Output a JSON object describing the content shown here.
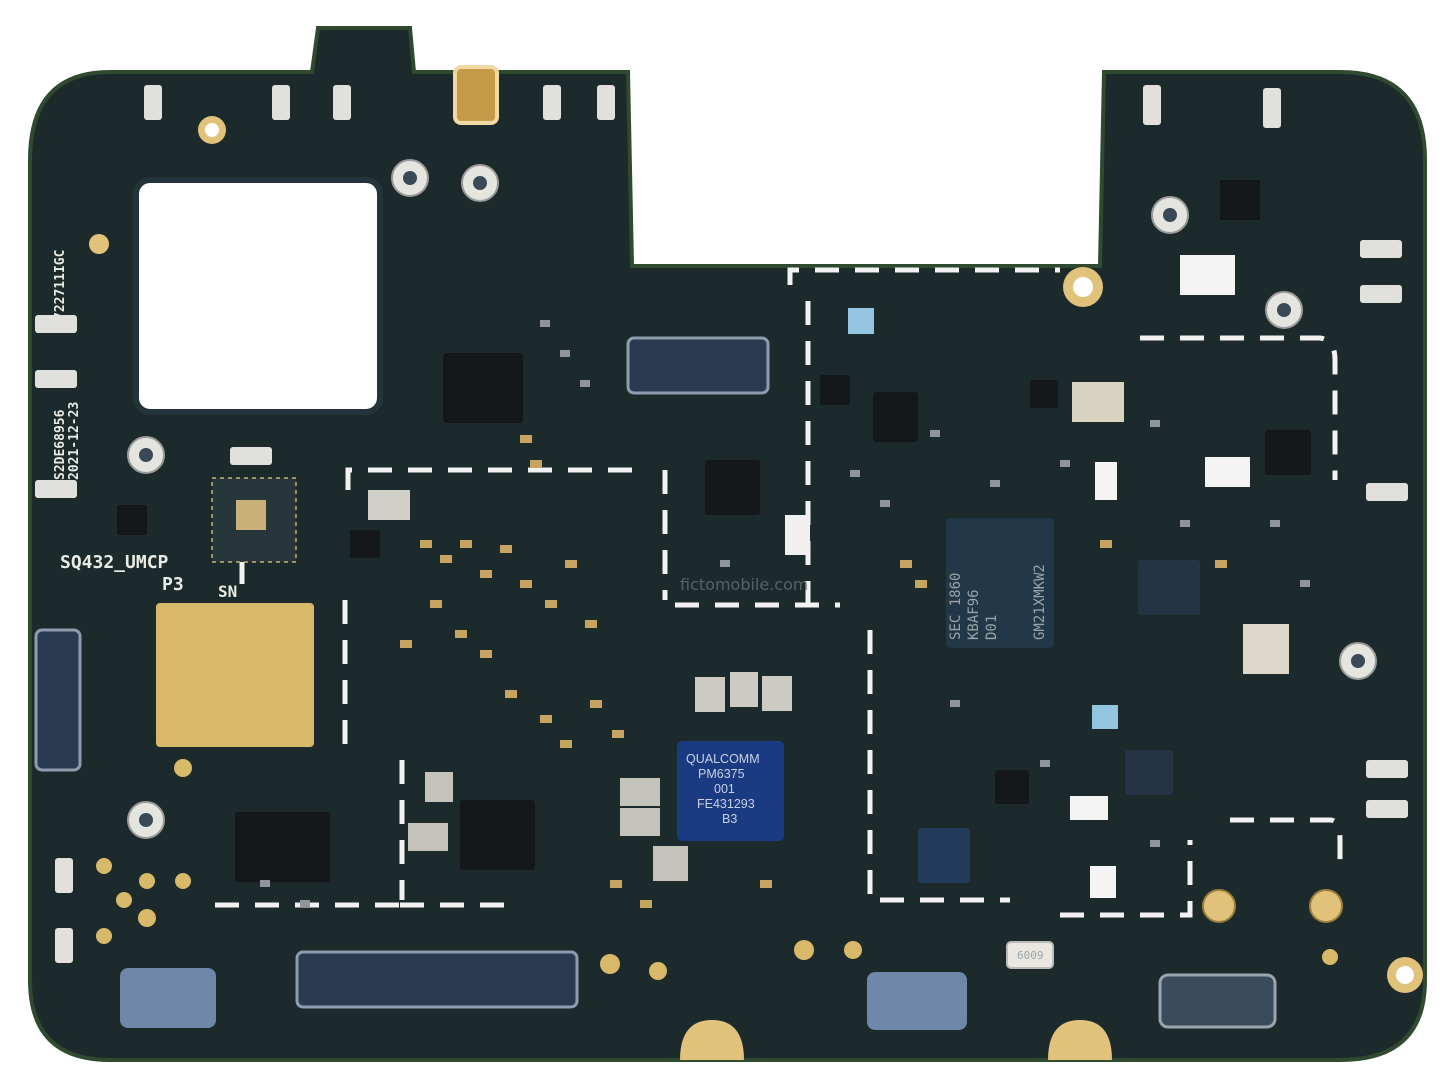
{
  "colors": {
    "background": "#ffffff",
    "pcb": "#1c2a2b",
    "pcb_edge": "#2f4a2e",
    "gold": "#d8b96a",
    "silkscreen": "#e9ece4",
    "chip_black": "#16191c",
    "pmic_blue": "#1a3a82",
    "connector_blue": "#6f87a8"
  },
  "silkscreen": {
    "board_code": "SQ432_UMCP",
    "revision": "P3",
    "sn_label": "SN",
    "date_code": "2021-12-23",
    "serial_1": "S2DE68956",
    "serial_2": "722711IGC"
  },
  "chips": {
    "pmic": {
      "line1": "QUALCOMM",
      "line2": "PM6375",
      "line3": "001",
      "line4": "FE431293",
      "line5": "B3"
    },
    "memory": {
      "line1": "SEC 1860",
      "line2": "KBAF96",
      "line3": "D01",
      "line4": "GM21XMKW2"
    },
    "crystal_label": "6009"
  },
  "watermark": "fictomobile.com"
}
